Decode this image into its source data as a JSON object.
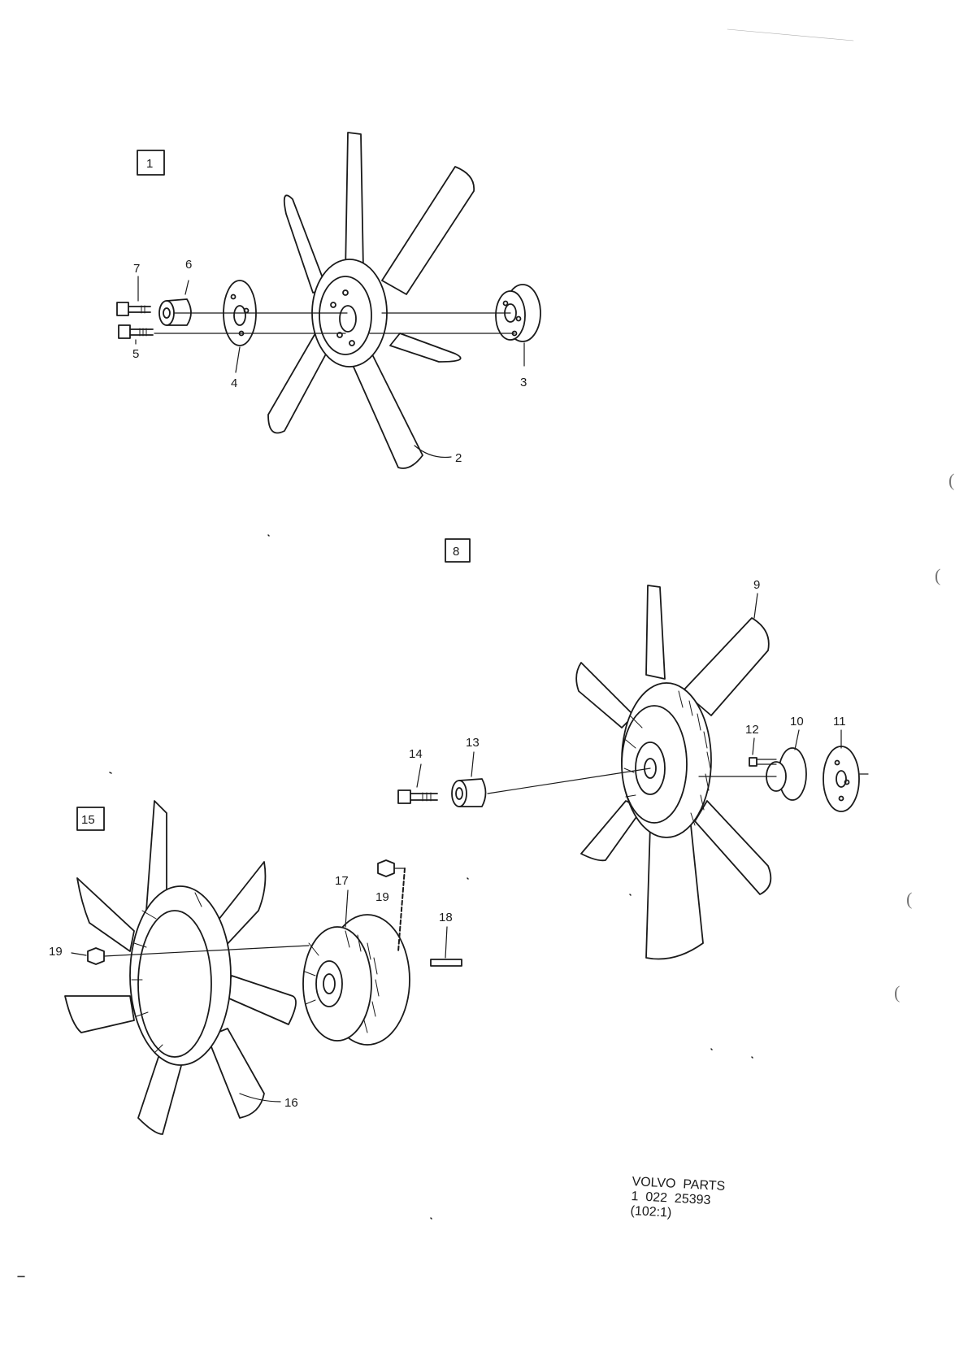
{
  "diagram": {
    "groups": [
      "1",
      "8",
      "15"
    ],
    "labels": {
      "l2": "2",
      "l3": "3",
      "l4": "4",
      "l5": "5",
      "l6": "6",
      "l7": "7",
      "l9": "9",
      "l10": "10",
      "l11": "11",
      "l12": "12",
      "l13": "13",
      "l14": "14",
      "l16": "16",
      "l17": "17",
      "l18": "18",
      "l19a": "19",
      "l19b": "19"
    }
  },
  "footer": {
    "line1": "VOLVO  PARTS",
    "line2": "1  022  25393",
    "line3": "(102:1)"
  },
  "margin_marks": [
    "(",
    "(",
    "(",
    "("
  ]
}
